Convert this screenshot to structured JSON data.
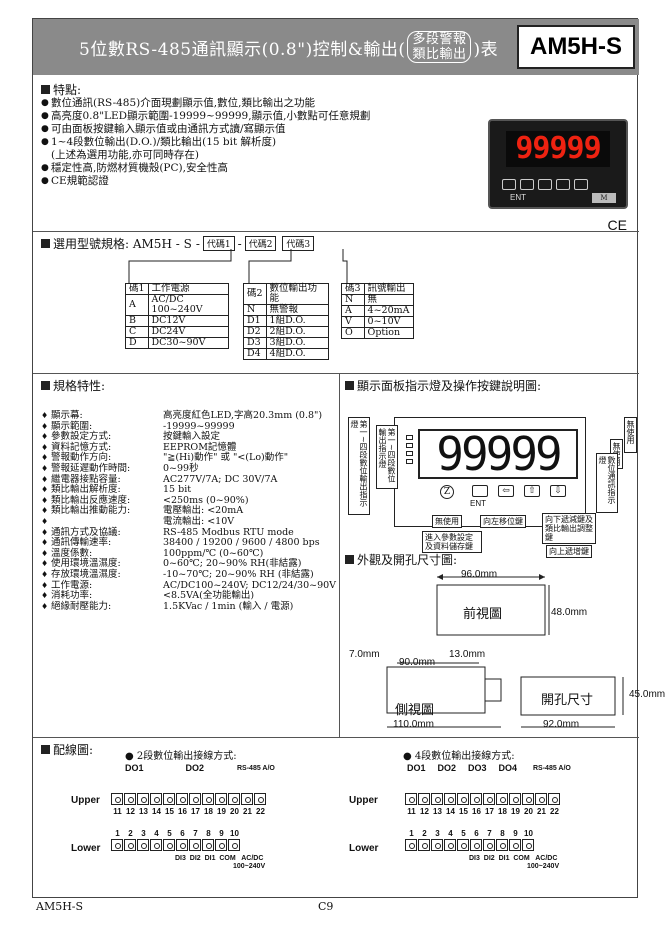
{
  "header": {
    "title_part1": "5位數RS-485通訊顯示(0.8\")控制&輸出(",
    "title_boxed_line1": "多段警報",
    "title_boxed_line2": "類比輸出",
    "title_part2": ")表",
    "model": "AM5H-S"
  },
  "features": {
    "heading": "特點:",
    "items": [
      "數位通訊(RS-485)介面現劃顯示值,數位,類比輸出之功能",
      "高亮度0.8\"LED顯示範圍-19999~99999,顯示值,小數點可任意規劃",
      "可由面板按鍵輸入顯示值或由通訊方式讀/寫顯示值",
      "1~4段數位輸出(D.O.)/類比輸出(15 bit 解析度)",
      "(上述為選用功能,亦可同時存在)",
      "穩定性高,防燃材質機殼(PC),安全性高",
      "CE規範認證"
    ],
    "device_display": "99999",
    "device_ent": "ENT",
    "device_m": "M",
    "ce_mark": "CE"
  },
  "model_selection": {
    "heading": "選用型號規格: AM5H - S",
    "code1": "代碼1",
    "code2": "代碼2",
    "code3": "代碼3",
    "table1": {
      "headers": [
        "碼1",
        "工作電源"
      ],
      "rows": [
        [
          "A",
          "AC/DC 100~240V"
        ],
        [
          "B",
          "DC12V"
        ],
        [
          "C",
          "DC24V"
        ],
        [
          "D",
          "DC30~90V"
        ]
      ]
    },
    "table2": {
      "headers": [
        "碼2",
        "數位輸出功能"
      ],
      "rows": [
        [
          "N",
          "無警報"
        ],
        [
          "D1",
          "1組D.O."
        ],
        [
          "D2",
          "2組D.O."
        ],
        [
          "D3",
          "3組D.O."
        ],
        [
          "D4",
          "4組D.O."
        ]
      ]
    },
    "table3": {
      "headers": [
        "碼3",
        "訊號輸出"
      ],
      "rows": [
        [
          "N",
          "無"
        ],
        [
          "A",
          "4~20mA"
        ],
        [
          "V",
          "0~10V"
        ],
        [
          "O",
          "Option"
        ]
      ]
    }
  },
  "specs": {
    "heading": "規格特性:",
    "rows": [
      [
        "顯示幕:",
        "高亮度紅色LED,字高20.3mm (0.8\")"
      ],
      [
        "顯示範圍:",
        "-19999~99999"
      ],
      [
        "參數設定方式:",
        "按鍵輸入設定"
      ],
      [
        "資料記憶方式:",
        "EEPROM記憶體"
      ],
      [
        "警報動作方向:",
        "\"≧(Hi)動作\" 或 \"<(Lo)動作\""
      ],
      [
        "警報延遲動作時間:",
        "0~99秒"
      ],
      [
        "繼電器接點容量:",
        "AC277V/7A; DC 30V/7A"
      ],
      [
        "類比輸出解析度:",
        "15 bit"
      ],
      [
        "類比輸出反應速度:",
        "<250ms (0~90%)"
      ],
      [
        "類比輸出推動能力:",
        "電壓輸出: <20mA"
      ],
      [
        "",
        "電流輸出: <10V"
      ],
      [
        "通訊方式及協議:",
        "RS-485 Modbus RTU mode"
      ],
      [
        "通訊傳輸速率:",
        "38400 / 19200 / 9600 / 4800 bps"
      ],
      [
        "溫度係數:",
        "100ppm/℃ (0~60℃)"
      ],
      [
        "使用環境溫濕度:",
        "0~60℃; 20~90% RH(非結露)"
      ],
      [
        "存放環境溫濕度:",
        "-10~70℃; 20~90% RH (非結露)"
      ],
      [
        "工作電源:",
        "AC/DC100~240V; DC12/24/30~90V"
      ],
      [
        "消耗功率:",
        "<8.5VA(全功能輸出)"
      ],
      [
        "絕緣耐壓能力:",
        "1.5KVac / 1min (輸入 / 電源)"
      ]
    ]
  },
  "panel": {
    "heading": "顯示面板指示燈及操作按鍵說明圖:",
    "display": "99999",
    "ent": "ENT",
    "z": "Z",
    "labels": {
      "do_indicator": "第一~四段數位輸出指示燈",
      "dot_label": "第一~四段數位輸出指示燈",
      "unused1": "無使用",
      "unused2": "無使用",
      "comm_indicator": "數位通訊指示燈",
      "unused_btn": "無使用",
      "shift_left": "向左移位鍵",
      "down_key": "向下遞減鍵及類比輸出調整鍵",
      "enter_key": "進入參數設定及資料儲存鍵",
      "up_key": "向上遞增鍵"
    }
  },
  "dimensions": {
    "heading": "外觀及開孔尺寸圖:",
    "front_view": "前視圖",
    "side_view": "側視圖",
    "cutout": "開孔尺寸",
    "w96": "96.0mm",
    "h48": "48.0mm",
    "d7": "7.0mm",
    "d13": "13.0mm",
    "d90": "90.0mm",
    "d110": "110.0mm",
    "c92": "92.0mm",
    "c45": "45.0mm"
  },
  "wiring": {
    "heading": "配線圖:",
    "left_title": "2段數位輸出接線方式:",
    "right_title": "4段數位輸出接線方式:",
    "upper": "Upper",
    "lower": "Lower",
    "upper_nums": [
      "11",
      "12",
      "13",
      "14",
      "15",
      "16",
      "17",
      "18",
      "19",
      "20",
      "21",
      "22"
    ],
    "lower_nums": [
      "1",
      "2",
      "3",
      "4",
      "5",
      "6",
      "7",
      "8",
      "9",
      "10"
    ],
    "left_do": [
      "DO1",
      "DO2"
    ],
    "right_do": [
      "DO1",
      "DO2",
      "DO3",
      "DO4"
    ],
    "rs485": "RS-485 A/O",
    "lower_labels": "DI3  DI2  DI1  COM   AC/DC",
    "power": "100~240V"
  },
  "footer": {
    "left": "AM5H-S",
    "page": "C9"
  }
}
